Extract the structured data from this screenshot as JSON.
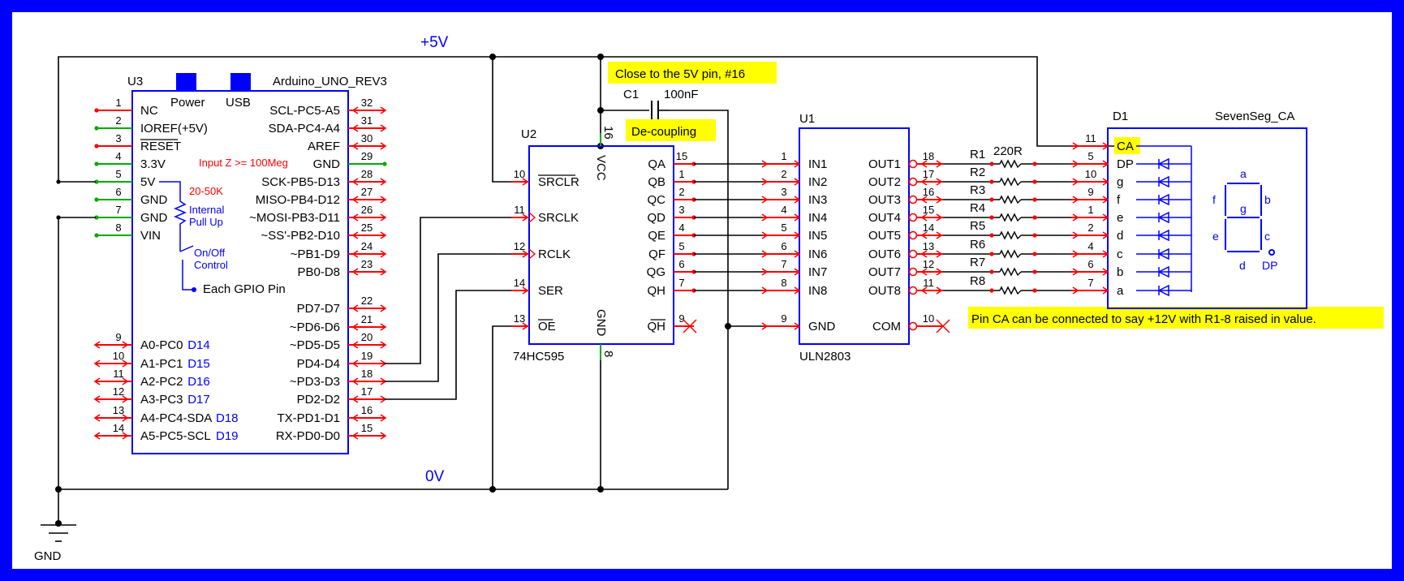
{
  "rails": {
    "vplus": "+5V",
    "zero": "0V",
    "gnd": "GND"
  },
  "notes": {
    "close": "Close to the 5V pin, #16",
    "decouple": "De-coupling",
    "ca": "Pin CA can be connected to say +12V with R1-8 raised in value."
  },
  "cap": {
    "ref": "C1",
    "value": "100nF"
  },
  "arduino": {
    "ref": "U3",
    "name": "Arduino_UNO_REV3",
    "power": "Power",
    "usb": "USB",
    "input_z": "Input Z >= 100Meg",
    "pullup_range": "20-50K",
    "pullup1": "Internal",
    "pullup2": "Pull Up",
    "onoff1": "On/Off",
    "onoff2": "Control",
    "gpio": "Each GPIO Pin",
    "left_pins": [
      {
        "num": "1",
        "label": "NC",
        "color": "#ff0000"
      },
      {
        "num": "2",
        "label": "IOREF(+5V)",
        "color": "#00aa00"
      },
      {
        "num": "3",
        "label": "RESET",
        "color": "#ff0000",
        "bar": true
      },
      {
        "num": "4",
        "label": "3.3V",
        "color": "#00aa00"
      },
      {
        "num": "5",
        "label": "5V",
        "color": "#00aa00"
      },
      {
        "num": "6",
        "label": "GND",
        "color": "#00aa00"
      },
      {
        "num": "7",
        "label": "GND",
        "color": "#00aa00"
      },
      {
        "num": "8",
        "label": "VIN",
        "color": "#00aa00"
      }
    ],
    "analog_pins": [
      {
        "num": "9",
        "label": "A0-PC0",
        "d": "D14"
      },
      {
        "num": "10",
        "label": "A1-PC1",
        "d": "D15"
      },
      {
        "num": "11",
        "label": "A2-PC2",
        "d": "D16"
      },
      {
        "num": "12",
        "label": "A3-PC3",
        "d": "D17"
      },
      {
        "num": "13",
        "label": "A4-PC4-SDA",
        "d": "D18"
      },
      {
        "num": "14",
        "label": "A5-PC5-SCL",
        "d": "D19"
      }
    ],
    "right_pins": [
      {
        "num": "32",
        "label": "SCL-PC5-A5"
      },
      {
        "num": "31",
        "label": "SDA-PC4-A4"
      },
      {
        "num": "30",
        "label": "AREF"
      },
      {
        "num": "29",
        "label": "GND"
      },
      {
        "num": "28",
        "label": "SCK-PB5-D13"
      },
      {
        "num": "27",
        "label": "MISO-PB4-D12"
      },
      {
        "num": "26",
        "label": "~MOSI-PB3-D11"
      },
      {
        "num": "25",
        "label": "~SS'-PB2-D10"
      },
      {
        "num": "24",
        "label": "~PB1-D9"
      },
      {
        "num": "23",
        "label": "PB0-D8"
      },
      {
        "num": "22",
        "label": "PD7-D7"
      },
      {
        "num": "21",
        "label": "~PD6-D6"
      },
      {
        "num": "20",
        "label": "~PD5-D5"
      },
      {
        "num": "19",
        "label": "PD4-D4"
      },
      {
        "num": "18",
        "label": "~PD3-D3"
      },
      {
        "num": "17",
        "label": "PD2-D2"
      },
      {
        "num": "16",
        "label": "TX-PD1-D1"
      },
      {
        "num": "15",
        "label": "RX-PD0-D0"
      }
    ]
  },
  "shift": {
    "ref": "U2",
    "name": "74HC595",
    "vcc": "VCC",
    "vcc_pin": "16",
    "gnd": "GND",
    "gnd_pin": "8",
    "left_pins": [
      {
        "num": "10",
        "label": "SRCLR",
        "bar": true
      },
      {
        "num": "11",
        "label": "SRCLK",
        "clk": true
      },
      {
        "num": "12",
        "label": "RCLK",
        "clk": true
      },
      {
        "num": "14",
        "label": "SER"
      },
      {
        "num": "13",
        "label": "OE",
        "bar": true
      }
    ],
    "right_pins": [
      {
        "num": "15",
        "label": "QA"
      },
      {
        "num": "1",
        "label": "QB"
      },
      {
        "num": "2",
        "label": "QC"
      },
      {
        "num": "3",
        "label": "QD"
      },
      {
        "num": "4",
        "label": "QE"
      },
      {
        "num": "5",
        "label": "QF"
      },
      {
        "num": "6",
        "label": "QG"
      },
      {
        "num": "7",
        "label": "QH"
      },
      {
        "num": "9",
        "label": "QH",
        "bar": true
      }
    ]
  },
  "driver": {
    "ref": "U1",
    "name": "ULN2803",
    "inputs": [
      {
        "num": "1",
        "label": "IN1"
      },
      {
        "num": "2",
        "label": "IN2"
      },
      {
        "num": "3",
        "label": "IN3"
      },
      {
        "num": "4",
        "label": "IN4"
      },
      {
        "num": "5",
        "label": "IN5"
      },
      {
        "num": "6",
        "label": "IN6"
      },
      {
        "num": "7",
        "label": "IN7"
      },
      {
        "num": "8",
        "label": "IN8"
      },
      {
        "num": "9",
        "label": "GND"
      }
    ],
    "outputs": [
      {
        "num": "18",
        "label": "OUT1"
      },
      {
        "num": "17",
        "label": "OUT2"
      },
      {
        "num": "16",
        "label": "OUT3"
      },
      {
        "num": "15",
        "label": "OUT4"
      },
      {
        "num": "14",
        "label": "OUT5"
      },
      {
        "num": "13",
        "label": "OUT6"
      },
      {
        "num": "12",
        "label": "OUT7"
      },
      {
        "num": "11",
        "label": "OUT8"
      },
      {
        "num": "10",
        "label": "COM"
      }
    ]
  },
  "resistors": {
    "value": "220R",
    "refs": [
      "R1",
      "R2",
      "R3",
      "R4",
      "R5",
      "R6",
      "R7",
      "R8"
    ]
  },
  "display": {
    "ref": "D1",
    "name": "SevenSeg_CA",
    "pins": [
      {
        "num": "11",
        "label": "CA"
      },
      {
        "num": "5",
        "label": "DP"
      },
      {
        "num": "10",
        "label": "g"
      },
      {
        "num": "9",
        "label": "f"
      },
      {
        "num": "1",
        "label": "e"
      },
      {
        "num": "2",
        "label": "d"
      },
      {
        "num": "4",
        "label": "c"
      },
      {
        "num": "6",
        "label": "b"
      },
      {
        "num": "7",
        "label": "a"
      }
    ],
    "seg": {
      "a": "a",
      "b": "b",
      "c": "c",
      "d": "d",
      "e": "e",
      "f": "f",
      "g": "g",
      "dp": "DP"
    }
  }
}
